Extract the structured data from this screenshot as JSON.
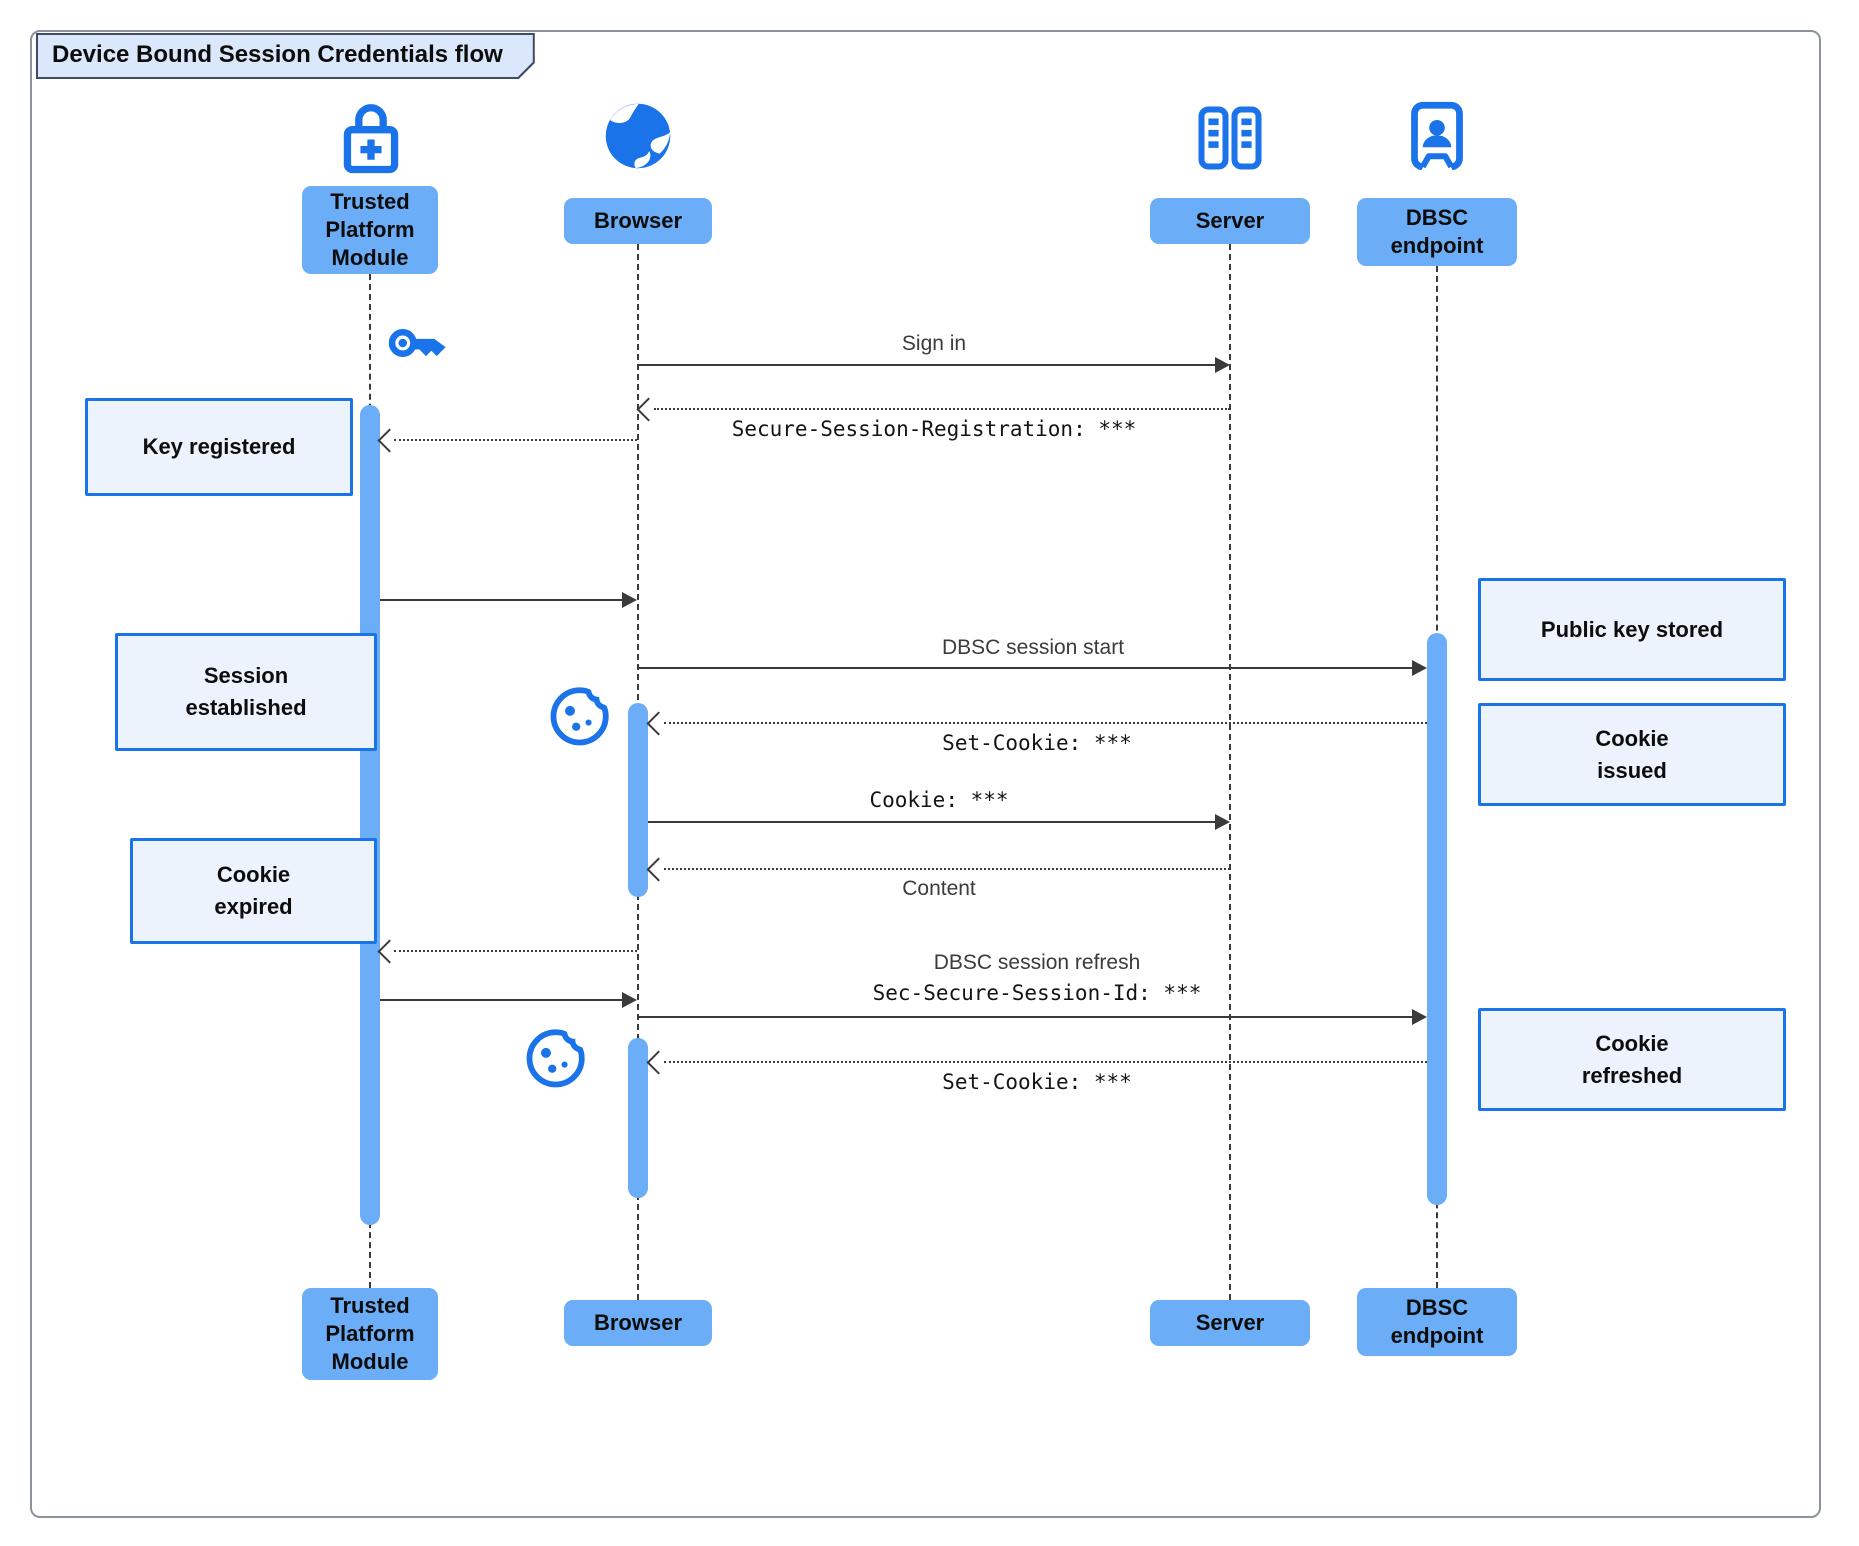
{
  "title": "Device Bound Session Credentials flow",
  "actors": {
    "tpm": {
      "label": "Trusted Platform Module",
      "lines": [
        "Trusted",
        "Platform",
        "Module"
      ],
      "icon": "lock-plus-icon"
    },
    "browser": {
      "label": "Browser",
      "icon": "globe-icon"
    },
    "server": {
      "label": "Server",
      "icon": "server-rack-icon"
    },
    "dbsc": {
      "label": "DBSC endpoint",
      "lines": [
        "DBSC",
        "endpoint"
      ],
      "icon": "door-person-icon"
    }
  },
  "messages": {
    "sign_in": {
      "label": "Sign in",
      "from": "Browser",
      "to": "Server",
      "style": "solid"
    },
    "registration": {
      "label": "Secure-Session-Registration: ***",
      "from": "Server",
      "to": "Browser",
      "style": "dotted"
    },
    "session_start": {
      "label": "DBSC session start",
      "from": "Browser",
      "to": "DBSC endpoint",
      "style": "solid"
    },
    "set_cookie_1": {
      "label": "Set-Cookie: ***",
      "from": "DBSC endpoint",
      "to": "Browser",
      "style": "dotted"
    },
    "cookie": {
      "label": "Cookie: ***",
      "from": "Browser",
      "to": "Server",
      "style": "solid"
    },
    "content": {
      "label": "Content",
      "from": "Server",
      "to": "Browser",
      "style": "dotted"
    },
    "session_refresh": {
      "label": "DBSC session refresh",
      "label2": "Sec-Secure-Session-Id: ***",
      "from": "Browser",
      "to": "DBSC endpoint",
      "style": "solid"
    },
    "set_cookie_2": {
      "label": "Set-Cookie: ***",
      "from": "DBSC endpoint",
      "to": "Browser",
      "style": "dotted"
    }
  },
  "notes": {
    "key_registered": {
      "lines": [
        "Key registered"
      ]
    },
    "session_established": {
      "lines": [
        "Session",
        "established"
      ]
    },
    "cookie_expired": {
      "lines": [
        "Cookie",
        "expired"
      ]
    },
    "public_key_stored": {
      "lines": [
        "Public key stored"
      ]
    },
    "cookie_issued": {
      "lines": [
        "Cookie",
        "issued"
      ]
    },
    "cookie_refreshed": {
      "lines": [
        "Cookie",
        "refreshed"
      ]
    }
  },
  "icons": [
    "lock-plus-icon",
    "globe-icon",
    "server-rack-icon",
    "door-person-icon",
    "key-icon",
    "cookie-icon"
  ],
  "colors": {
    "icon_blue": "#1a73e8",
    "actor_fill": "#6cadf7",
    "activation_fill": "#6cadf7",
    "note_fill": "#ecf3fd",
    "note_border": "#1a73e8",
    "title_fill": "#dbe8fb",
    "line_color": "#3a3a3a"
  }
}
